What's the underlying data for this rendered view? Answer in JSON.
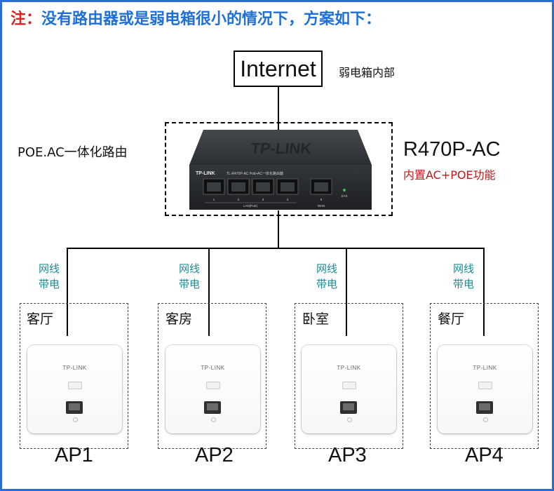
{
  "note": {
    "prefix": "注：",
    "text": "没有路由器或是弱电箱很小的情况下，方案如下："
  },
  "internet": {
    "label": "Internet",
    "annotation": "弱电箱内部"
  },
  "router": {
    "left_label": "POE.AC一体化路由",
    "model": "R470P-AC",
    "feature": "内置AC+POE功能",
    "brand": "TP-LINK",
    "front_text": "TL-R470P-AC   PoE•AC一体化路由器",
    "port_numbers": [
      "1",
      "2",
      "3",
      "4",
      "5"
    ],
    "lan_label": "LAN(PoE)",
    "wan_label": "WAN",
    "sys_label": "SYS"
  },
  "wire_label": [
    "网线",
    "带电"
  ],
  "access_points": [
    {
      "room": "客厅",
      "label": "AP1",
      "brand": "TP-LINK"
    },
    {
      "room": "客房",
      "label": "AP2",
      "brand": "TP-LINK"
    },
    {
      "room": "卧室",
      "label": "AP3",
      "brand": "TP-LINK"
    },
    {
      "room": "餐厅",
      "label": "AP4",
      "brand": "TP-LINK"
    }
  ],
  "colors": {
    "frame": "#2b6cd6",
    "note_prefix": "#e02020",
    "note_text": "#1e6fd9",
    "feature": "#c01818",
    "wire_label": "#1a8c95",
    "router_body": "#2c2f33"
  }
}
